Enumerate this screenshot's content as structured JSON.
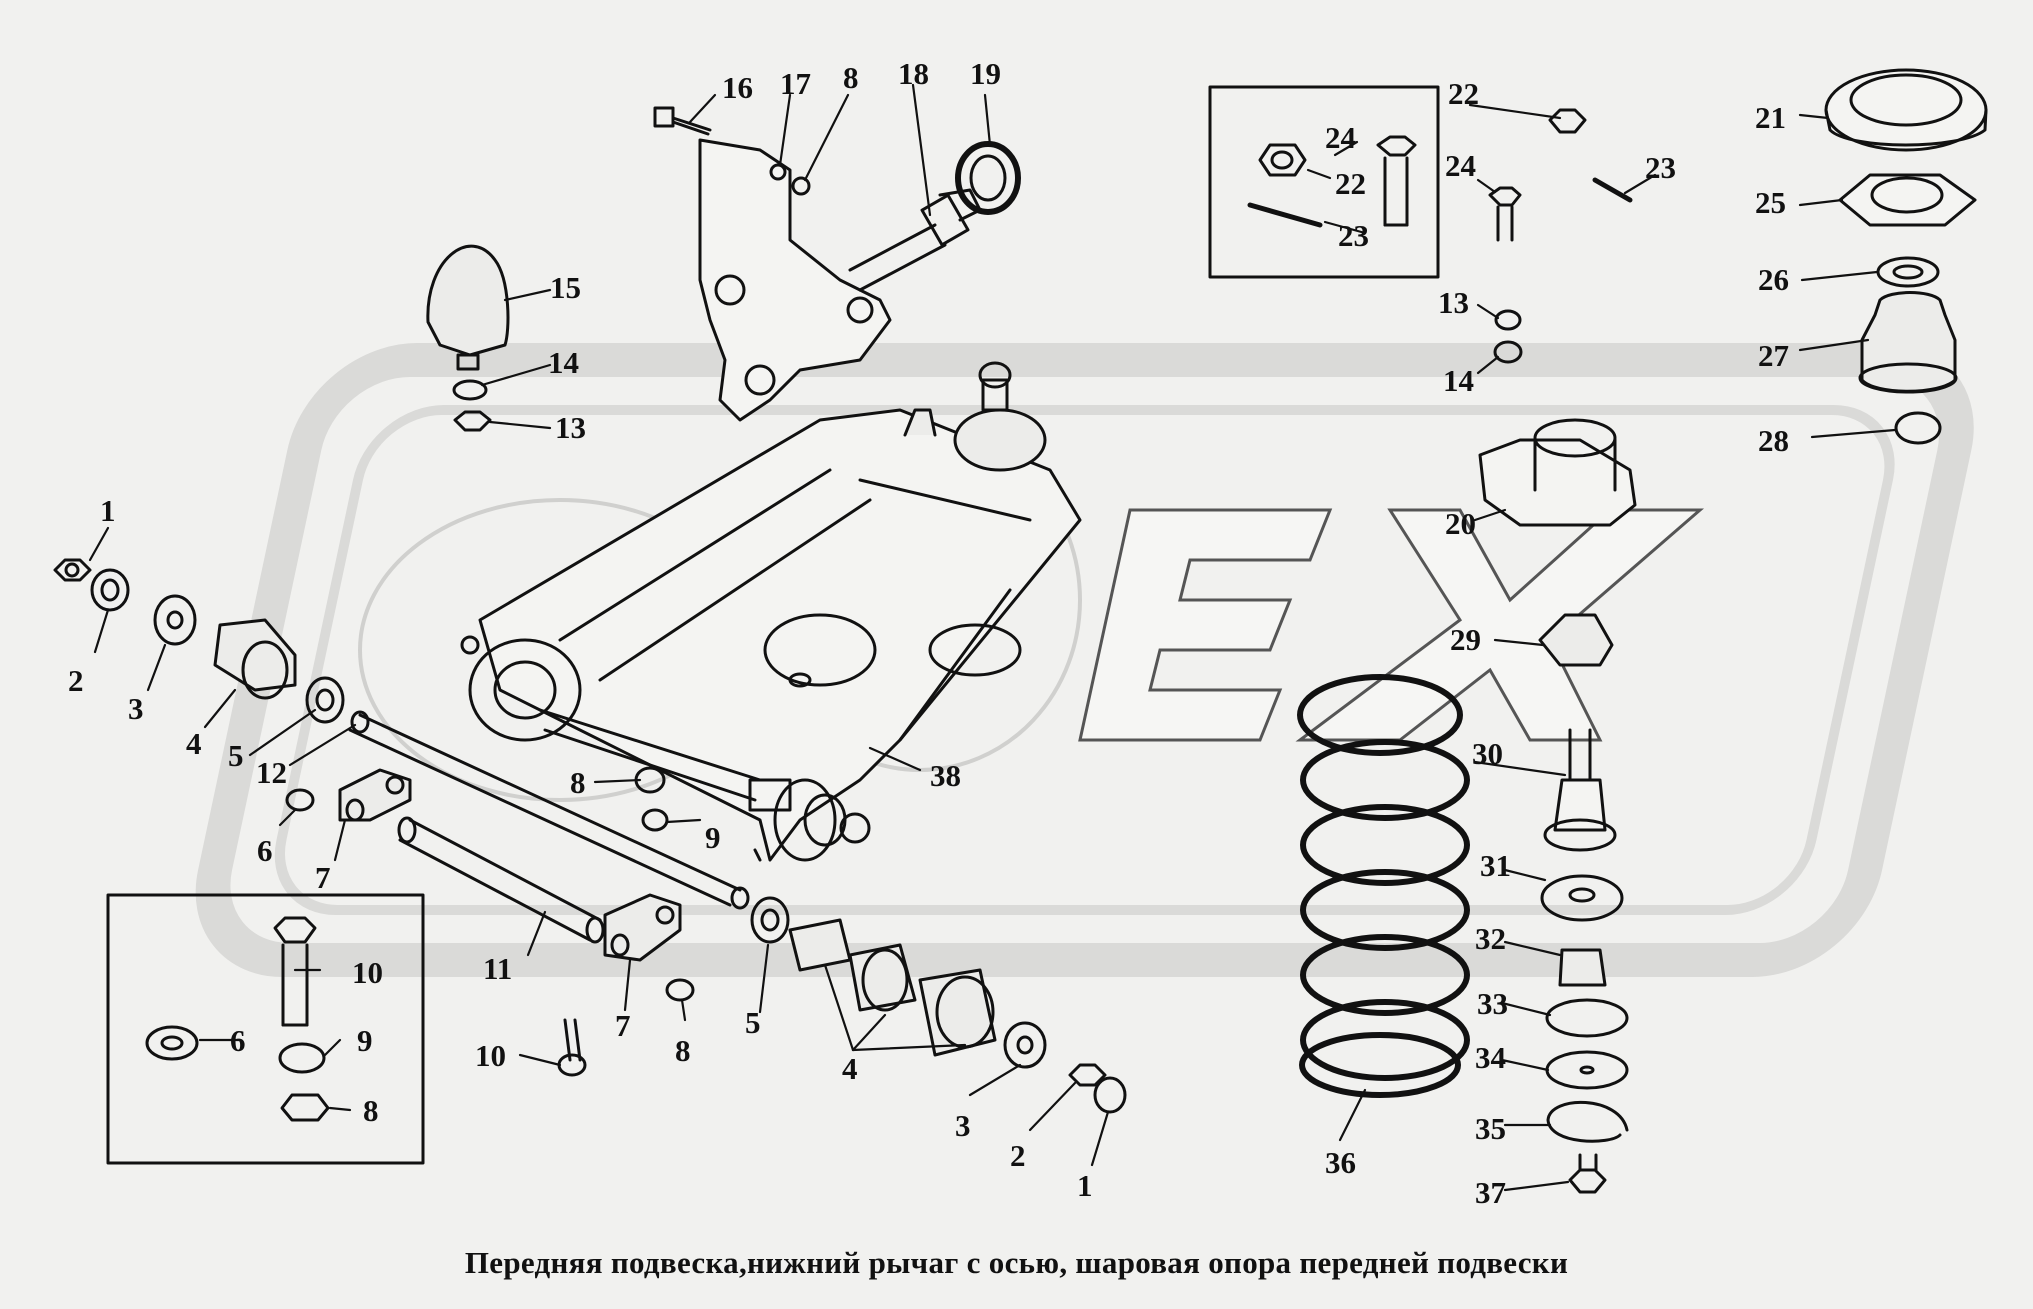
{
  "caption": "Передняя подвеска,нижний рычаг с осью, шаровая опора передней подвески",
  "watermark": {
    "description": "ORIGINAL-logo",
    "color": "#d8d8d6"
  },
  "colors": {
    "ink": "#111111",
    "paper": "#f1f1ef",
    "shade": "#9a9a98"
  },
  "callouts": [
    {
      "id": "c16",
      "text": "16"
    },
    {
      "id": "c17",
      "text": "17"
    },
    {
      "id": "c8a",
      "text": "8"
    },
    {
      "id": "c18",
      "text": "18"
    },
    {
      "id": "c19",
      "text": "19"
    },
    {
      "id": "c15",
      "text": "15"
    },
    {
      "id": "c14a",
      "text": "14"
    },
    {
      "id": "c13a",
      "text": "13"
    },
    {
      "id": "c22a",
      "text": "22"
    },
    {
      "id": "c24a",
      "text": "24"
    },
    {
      "id": "c22b",
      "text": "22"
    },
    {
      "id": "c23a",
      "text": "23"
    },
    {
      "id": "c24b",
      "text": "24"
    },
    {
      "id": "c23b",
      "text": "23"
    },
    {
      "id": "c13b",
      "text": "13"
    },
    {
      "id": "c14b",
      "text": "14"
    },
    {
      "id": "c21",
      "text": "21"
    },
    {
      "id": "c25",
      "text": "25"
    },
    {
      "id": "c26",
      "text": "26"
    },
    {
      "id": "c27",
      "text": "27"
    },
    {
      "id": "c28",
      "text": "28"
    },
    {
      "id": "c20",
      "text": "20"
    },
    {
      "id": "c29",
      "text": "29"
    },
    {
      "id": "c30",
      "text": "30"
    },
    {
      "id": "c31",
      "text": "31"
    },
    {
      "id": "c32",
      "text": "32"
    },
    {
      "id": "c33",
      "text": "33"
    },
    {
      "id": "c34",
      "text": "34"
    },
    {
      "id": "c35",
      "text": "35"
    },
    {
      "id": "c37",
      "text": "37"
    },
    {
      "id": "c36",
      "text": "36"
    },
    {
      "id": "c1a",
      "text": "1"
    },
    {
      "id": "c2a",
      "text": "2"
    },
    {
      "id": "c3a",
      "text": "3"
    },
    {
      "id": "c4a",
      "text": "4"
    },
    {
      "id": "c5a",
      "text": "5"
    },
    {
      "id": "c12",
      "text": "12"
    },
    {
      "id": "c6a",
      "text": "6"
    },
    {
      "id": "c7a",
      "text": "7"
    },
    {
      "id": "c8b",
      "text": "8"
    },
    {
      "id": "c9a",
      "text": "9"
    },
    {
      "id": "c38",
      "text": "38"
    },
    {
      "id": "c11",
      "text": "11"
    },
    {
      "id": "c10a",
      "text": "10"
    },
    {
      "id": "c6b",
      "text": "6"
    },
    {
      "id": "c9b",
      "text": "9"
    },
    {
      "id": "c8c",
      "text": "8"
    },
    {
      "id": "c10b",
      "text": "10"
    },
    {
      "id": "c7b",
      "text": "7"
    },
    {
      "id": "c8d",
      "text": "8"
    },
    {
      "id": "c5b",
      "text": "5"
    },
    {
      "id": "c4b",
      "text": "4"
    },
    {
      "id": "c3b",
      "text": "3"
    },
    {
      "id": "c2b",
      "text": "2"
    },
    {
      "id": "c1b",
      "text": "1"
    }
  ]
}
